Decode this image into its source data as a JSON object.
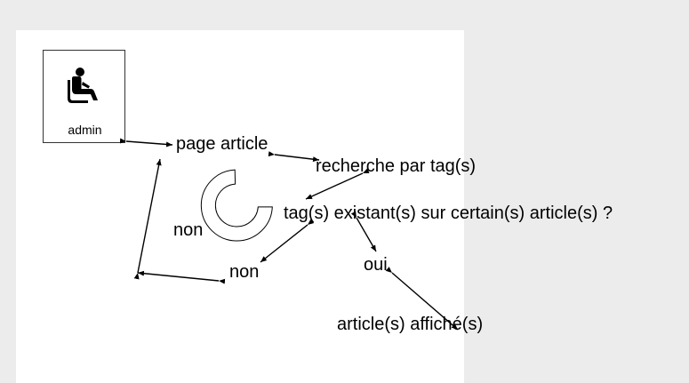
{
  "actor": {
    "label": "admin",
    "icon": "seated-person-icon"
  },
  "nodes": {
    "page_article": "page article",
    "recherche": "recherche par tag(s)",
    "question": "tag(s) existant(s) sur certain(s) article(s) ?",
    "non_left": "non",
    "non_bottom": "non",
    "oui": "oui",
    "affiches": "article(s) affiché(s)"
  },
  "decoration": {
    "shape": "loading-arc-icon"
  },
  "colors": {
    "background": "#ececec",
    "canvas": "#ffffff",
    "ink": "#000000"
  }
}
